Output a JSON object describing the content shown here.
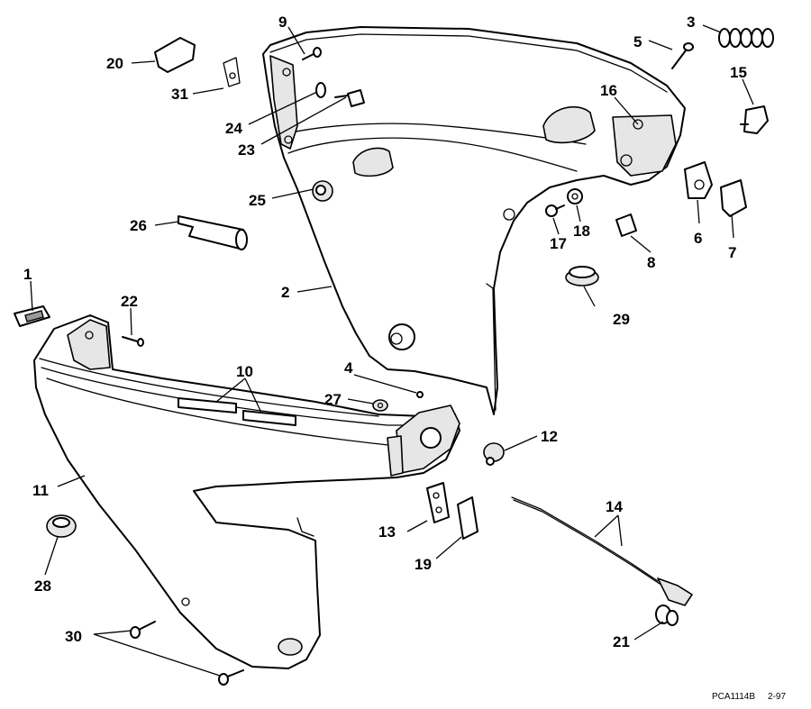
{
  "callouts": [
    {
      "id": "c1",
      "label": "1"
    },
    {
      "id": "c2",
      "label": "2"
    },
    {
      "id": "c3",
      "label": "3"
    },
    {
      "id": "c4",
      "label": "4"
    },
    {
      "id": "c5",
      "label": "5"
    },
    {
      "id": "c6",
      "label": "6"
    },
    {
      "id": "c7",
      "label": "7"
    },
    {
      "id": "c8",
      "label": "8"
    },
    {
      "id": "c9",
      "label": "9"
    },
    {
      "id": "c10",
      "label": "10"
    },
    {
      "id": "c11",
      "label": "11"
    },
    {
      "id": "c12",
      "label": "12"
    },
    {
      "id": "c13",
      "label": "13"
    },
    {
      "id": "c14",
      "label": "14"
    },
    {
      "id": "c15",
      "label": "15"
    },
    {
      "id": "c16",
      "label": "16"
    },
    {
      "id": "c17",
      "label": "17"
    },
    {
      "id": "c18",
      "label": "18"
    },
    {
      "id": "c19",
      "label": "19"
    },
    {
      "id": "c20",
      "label": "20"
    },
    {
      "id": "c21",
      "label": "21"
    },
    {
      "id": "c22",
      "label": "22"
    },
    {
      "id": "c23",
      "label": "23"
    },
    {
      "id": "c24",
      "label": "24"
    },
    {
      "id": "c25",
      "label": "25"
    },
    {
      "id": "c26",
      "label": "26"
    },
    {
      "id": "c27",
      "label": "27"
    },
    {
      "id": "c28",
      "label": "28"
    },
    {
      "id": "c29",
      "label": "29"
    },
    {
      "id": "c30",
      "label": "30"
    },
    {
      "id": "c31",
      "label": "31"
    }
  ],
  "footer": {
    "code": "PCA1114B",
    "date": "2-97"
  }
}
